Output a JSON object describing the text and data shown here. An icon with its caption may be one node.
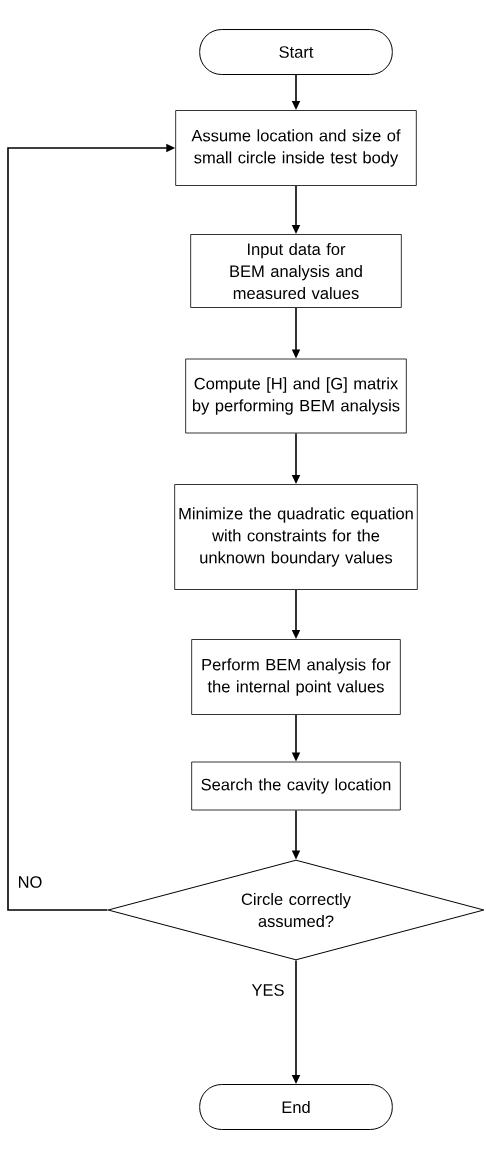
{
  "diagram": {
    "nodes": [
      {
        "text": [
          "Start"
        ]
      },
      {
        "text": [
          "Assume location and size of small circle inside test body"
        ]
      },
      {
        "text": [
          "Input data for BEM analysis and measured values"
        ]
      },
      {
        "text": [
          "Compute [H] and [G] matrix by performing BEM analysis"
        ]
      },
      {
        "text": [
          "Minimize the quadratic equation with constraints for the unknown boundary values"
        ]
      },
      {
        "text": [
          "Perform BEM analysis for the internal point values"
        ]
      },
      {
        "text": [
          "Search the cavity location"
        ]
      },
      {
        "text": [
          "Circle correctly assumed?"
        ]
      },
      {
        "text": [
          "End"
        ]
      }
    ],
    "edges": [
      {
        "from": 0,
        "to": 1,
        "arrow": "to"
      },
      {
        "from": 1,
        "to": 2,
        "arrow": "to"
      },
      {
        "from": 2,
        "to": 3,
        "arrow": "to"
      },
      {
        "from": 3,
        "to": 4,
        "arrow": "to"
      },
      {
        "from": 4,
        "to": 5,
        "arrow": "to"
      },
      {
        "from": 5,
        "to": 6,
        "arrow": "to"
      },
      {
        "from": 6,
        "to": 7,
        "arrow": "to"
      },
      {
        "from": 7,
        "to": 8,
        "arrow": "to",
        "label": "YES"
      },
      {
        "from": 7,
        "to": 1,
        "arrow": "to",
        "label": "NO"
      }
    ]
  }
}
